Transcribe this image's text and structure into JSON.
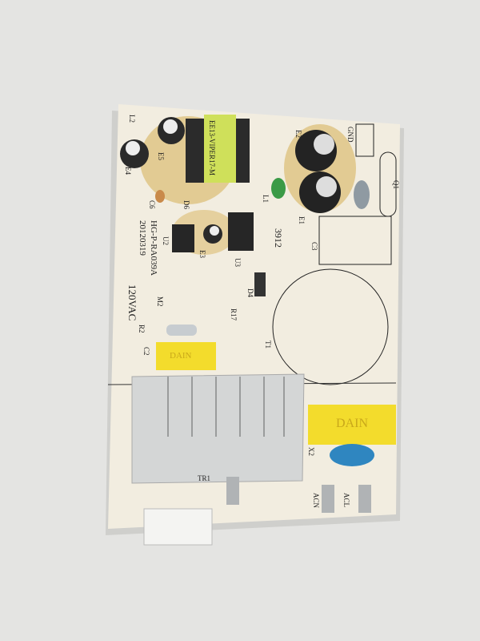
{
  "board": {
    "model": "HG-P-RA039A",
    "date": "20120319",
    "voltage": "120VAC",
    "code": "3912",
    "transformer_label": "EE13-VIPER17-M",
    "connector_label": "GND",
    "capacitor_brand": "DAIN",
    "terminal_labels": [
      "TR1",
      "ACN",
      "ACL"
    ],
    "component_labels": [
      "L2",
      "E4",
      "E5",
      "C6",
      "D6",
      "U2",
      "E3",
      "U3",
      "L1",
      "E1",
      "E2",
      "C3",
      "Q1",
      "D4",
      "R17",
      "T1",
      "M2",
      "R2",
      "C2",
      "X2"
    ]
  },
  "colors": {
    "background": "#e4e4e2",
    "board": "#f2ede0",
    "flux": "#d9b45c",
    "cap_yellow": "#f3dc2c",
    "heatsink": "#d4d6d6"
  }
}
